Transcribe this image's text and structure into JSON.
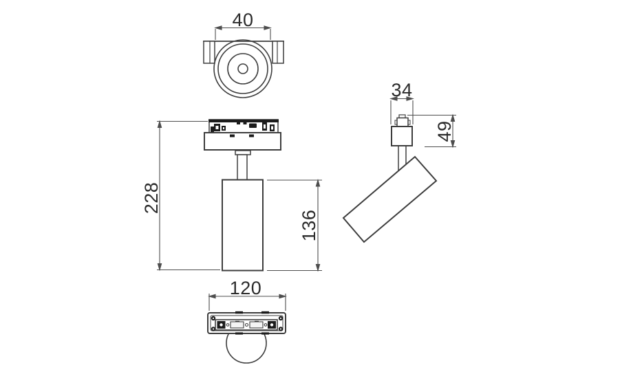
{
  "drawing": {
    "background": "#ffffff",
    "line_color": "#3d3d3d",
    "dim_color": "#4d4d4d",
    "text_color": "#2b2b2b",
    "fill_color": "#1c1c1c"
  },
  "dimensions": {
    "top_adapter_width": "40",
    "overall_height": "228",
    "body_height": "136",
    "side_adapter_width": "34",
    "side_adapter_height": "49",
    "base_length": "120"
  }
}
